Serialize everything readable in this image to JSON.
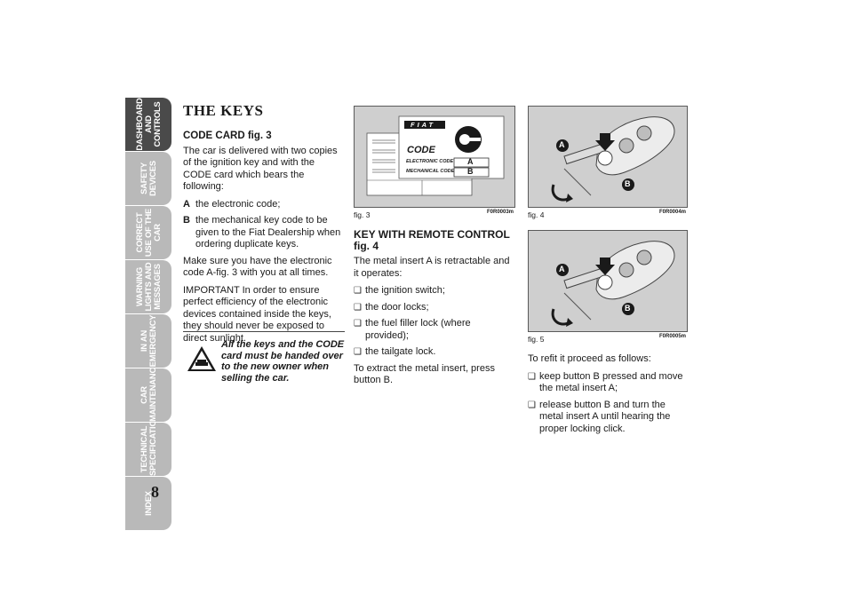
{
  "side_tabs": [
    {
      "label": "DASHBOARD AND CONTROLS",
      "active": true
    },
    {
      "label": "SAFETY DEVICES",
      "active": false
    },
    {
      "label": "CORRECT USE OF THE CAR",
      "active": false
    },
    {
      "label": "WARNING LIGHTS AND MESSAGES",
      "active": false
    },
    {
      "label": "IN AN EMERGENCY",
      "active": false
    },
    {
      "label": "CAR MAINTENANCE",
      "active": false
    },
    {
      "label": "TECHNICAL SPECIFICATIONS",
      "active": false
    },
    {
      "label": "INDEX",
      "active": false
    }
  ],
  "page_number": "8",
  "col1": {
    "title": "THE KEYS",
    "code_card_heading": "CODE CARD fig. 3",
    "intro": "The car is delivered with two copies of the ignition key and with the CODE card which bears the following:",
    "def_a_key": "A",
    "def_a_text": "the electronic code;",
    "def_b_key": "B",
    "def_b_text": "the mechanical key code to be given to the Fiat Dealership when ordering duplicate keys.",
    "make_sure": "Make sure you have the electronic code A-fig. 3 with you at all times.",
    "important": "IMPORTANT In order to ensure perfect efficiency of the electronic devices contained inside the keys, they should never be exposed to direct sunlight.",
    "warning": "All the keys and the CODE card must be handed over to the new owner when selling the car."
  },
  "col2": {
    "heading": "KEY WITH REMOTE CONTROL fig. 4",
    "operates": "The metal insert A is retractable and it operates:",
    "bullets": [
      "the ignition switch;",
      "the door locks;",
      "the fuel filler lock (where provided);",
      "the tailgate lock."
    ],
    "extract": "To extract the metal insert, press button B."
  },
  "col3": {
    "refit": "To refit it proceed as follows:",
    "bullets": [
      "keep button B pressed and move the metal insert A;",
      "release button B and turn the metal insert A until hearing the proper locking click."
    ]
  },
  "figures": {
    "fig3": {
      "caption": "fig. 3",
      "code": "F0R0003m",
      "brand": "FIAT",
      "card_title": "CODE",
      "electronic_code": "ELECTRONIC CODE",
      "mechanical_code": "MECHANICAL CODE",
      "label_a": "A",
      "label_b": "B"
    },
    "fig4": {
      "caption": "fig. 4",
      "code": "F0R0004m",
      "label_a": "A",
      "label_b": "B"
    },
    "fig5": {
      "caption": "fig. 5",
      "code": "F0R0005m",
      "label_a": "A",
      "label_b": "B"
    }
  },
  "bullet_glyph": "❑"
}
